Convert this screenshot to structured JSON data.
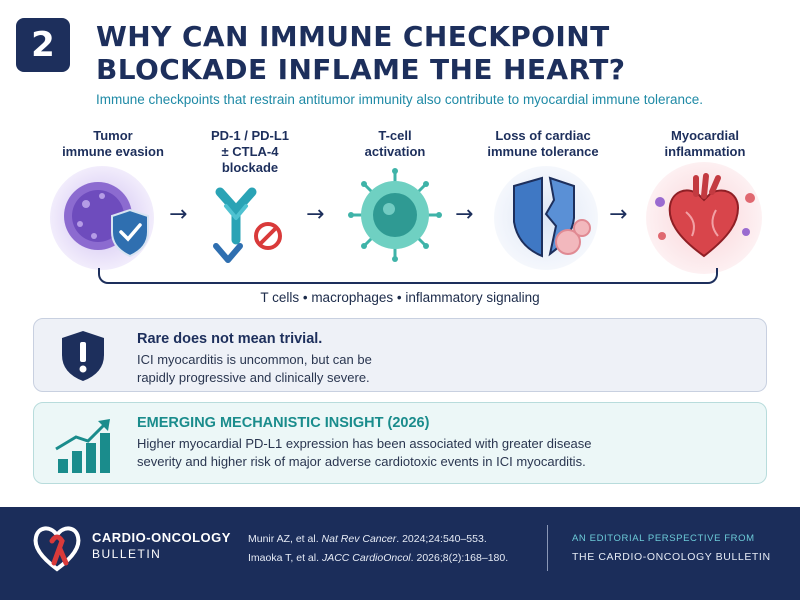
{
  "header": {
    "badge": "2",
    "title": "WHY CAN IMMUNE CHECKPOINT BLOCKADE INFLAME THE HEART?",
    "subtitle": "Immune checkpoints that restrain antitumor immunity also contribute to myocardial immune tolerance."
  },
  "steps": [
    {
      "label_line1": "Tumor",
      "label_line2": "immune evasion",
      "icon": "tumor-cell-shield-icon"
    },
    {
      "label_line1": "PD-1 / PD-L1",
      "label_line2": "± CTLA-4",
      "label_line3": "blockade",
      "icon": "antibody-blockade-icon"
    },
    {
      "label_line1": "T-cell",
      "label_line2": "activation",
      "icon": "t-cell-icon"
    },
    {
      "label_line1": "Loss of cardiac",
      "label_line2": "immune tolerance",
      "icon": "broken-shield-icon"
    },
    {
      "label_line1": "Myocardial",
      "label_line2": "inflammation",
      "icon": "inflamed-heart-icon"
    }
  ],
  "arrow_glyph": "→",
  "bracket_text": "T cells • macrophages • inflammatory signaling",
  "callouts": [
    {
      "heading": "Rare does not mean trivial.",
      "body": "ICI myocarditis is uncommon, but can be rapidly progressive and clinically severe.",
      "icon": "alert-shield-icon",
      "heading_color": "#1d2f5c"
    },
    {
      "heading": "EMERGING MECHANISTIC INSIGHT (2026)",
      "body": "Higher myocardial PD-L1 expression has been associated with greater disease severity and higher risk of major adverse cardiotoxic events in ICI myocarditis.",
      "icon": "trend-up-chart-icon",
      "heading_color": "#1a8c8c"
    }
  ],
  "footer": {
    "brand_line1": "CARDIO-ONCOLOGY",
    "brand_line2": "BULLETIN",
    "logo_icon": "heart-ribbon-logo-icon",
    "refs": [
      {
        "authors": "Munir AZ, et al. ",
        "journal": "Nat Rev Cancer",
        "details": ". 2024;24:540–553."
      },
      {
        "authors": "Imaoka T, et al. ",
        "journal": "JACC CardioOncol",
        "details": ". 2026;8(2):168–180."
      }
    ],
    "editorial_line1": "AN EDITORIAL PERSPECTIVE FROM",
    "editorial_line2": "THE CARDIO-ONCOLOGY BULLETIN"
  },
  "colors": {
    "navy": "#1d2f5c",
    "teal": "#1f8aa6",
    "footer_bg": "#1b2d5a",
    "alert_red": "#d93a3a"
  }
}
